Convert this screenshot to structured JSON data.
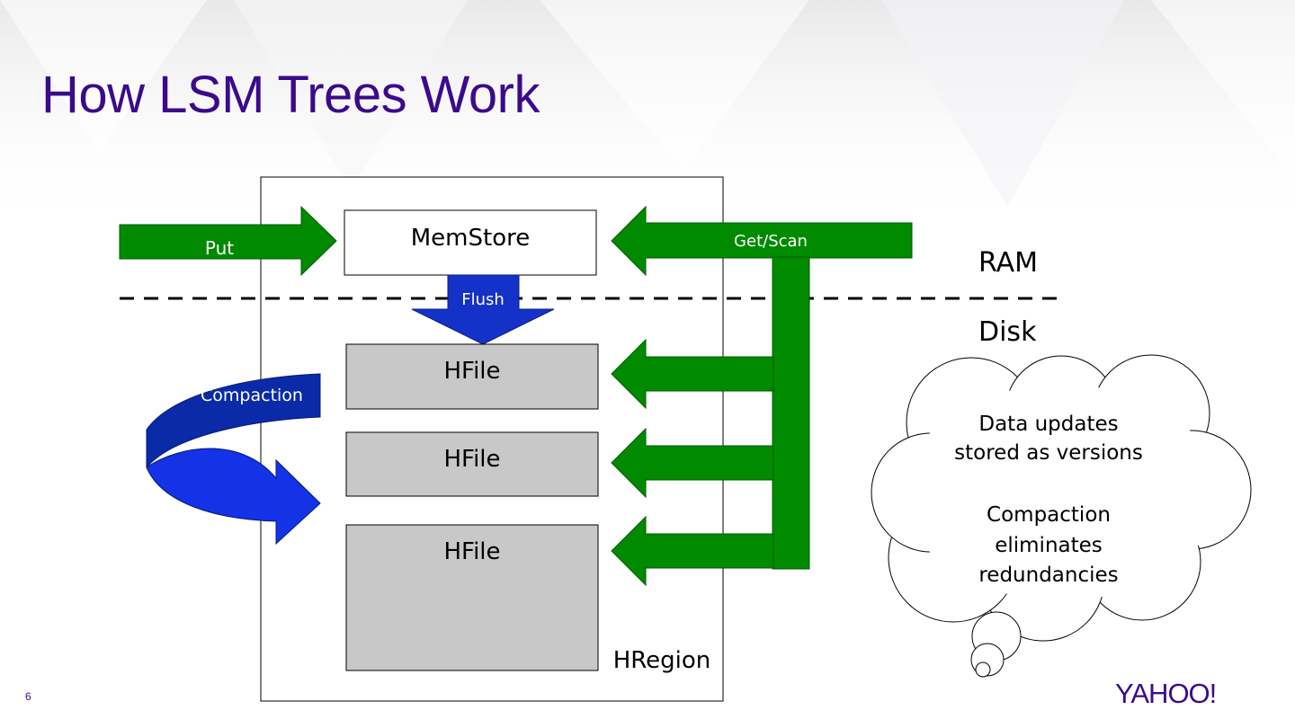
{
  "slide": {
    "title": "How LSM Trees Work",
    "page_number": "6",
    "logo_text": "YAHOO!"
  },
  "diagram": {
    "put_label": "Put",
    "get_scan_label": "Get/Scan",
    "memstore_label": "MemStore",
    "flush_label": "Flush",
    "compaction_label": "Compaction",
    "hfiles": [
      "HFile",
      "HFile",
      "HFile"
    ],
    "hregion_label": "HRegion",
    "ram_label": "RAM",
    "disk_label": "Disk",
    "cloud_lines": [
      "Data updates",
      "stored as versions",
      "Compaction",
      "eliminates",
      "redundancies"
    ]
  },
  "colors": {
    "title": "#3b0a8c",
    "arrow_green": "#008a00",
    "arrow_blue": "#1432c8",
    "hfile_fill": "#c8c8c8"
  }
}
